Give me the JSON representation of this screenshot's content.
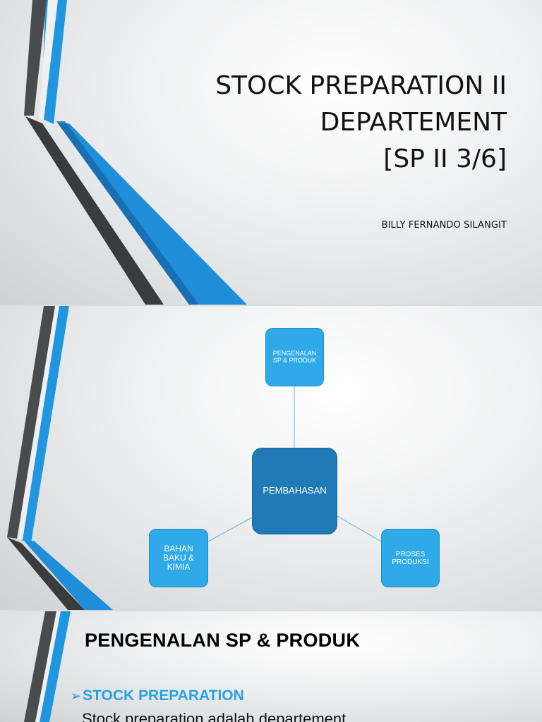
{
  "colors": {
    "accent_blue": "#2fa9e8",
    "dark_blue": "#1f7ab5",
    "stripe_dark": "#3a3b3d",
    "stripe_blue": "#2096e0"
  },
  "slide1": {
    "title_lines": [
      "STOCK PREPARATION II",
      "DEPARTEMENT",
      "[SP II 3/6]"
    ],
    "author": "BILLY FERNANDO SILANGIT"
  },
  "slide2": {
    "center": "PEMBAHASAN",
    "top": "PENGENALAN SP & PRODUK",
    "left": "BAHAN BAKU & KIMIA",
    "right": "PROSES PRODUKSI"
  },
  "slide3": {
    "title": "PENGENALAN SP & PRODUK",
    "bullet_glyph": "➢",
    "bullet": "STOCK PREPARATION",
    "body": "Stock preparation adalah departement"
  }
}
